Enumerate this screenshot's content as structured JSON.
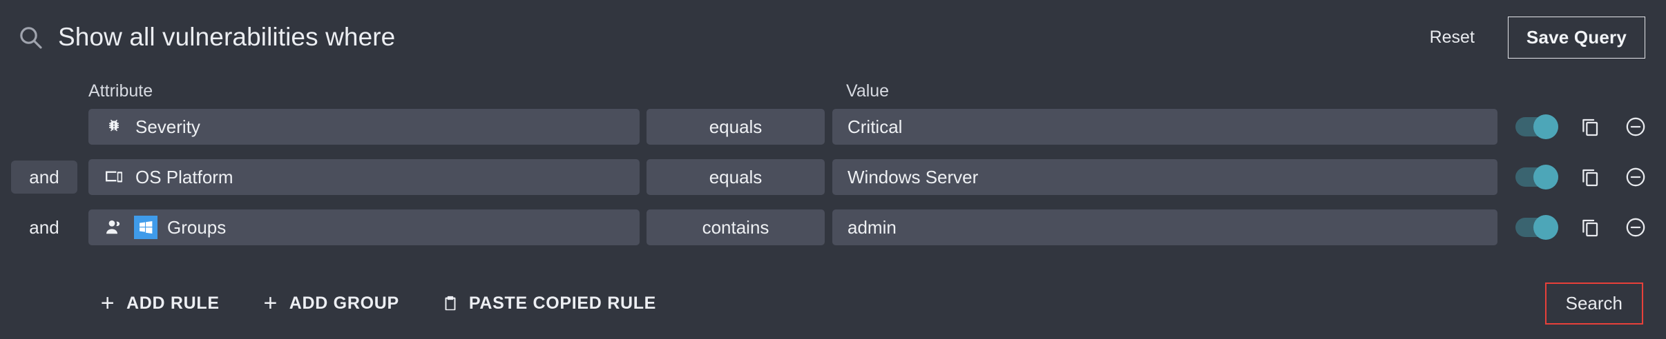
{
  "header": {
    "search_icon": "search-icon",
    "title": "Show all vulnerabilities where",
    "reset_label": "Reset",
    "save_query_label": "Save Query"
  },
  "columns": {
    "attribute_label": "Attribute",
    "value_label": "Value"
  },
  "rules": [
    {
      "connector": "",
      "connector_style": "none",
      "attribute": "Severity",
      "attribute_icon": "bug-icon",
      "platform_badge": "",
      "operator": "equals",
      "value": "Critical",
      "enabled": true
    },
    {
      "connector": "and",
      "connector_style": "boxed",
      "attribute": "OS Platform",
      "attribute_icon": "devices-icon",
      "platform_badge": "",
      "operator": "equals",
      "value": "Windows Server",
      "enabled": true
    },
    {
      "connector": "and",
      "connector_style": "plain",
      "attribute": "Groups",
      "attribute_icon": "people-icon",
      "platform_badge": "windows-logo-icon",
      "operator": "contains",
      "value": "admin",
      "enabled": true
    }
  ],
  "row_actions": {
    "toggle_name": "rule-enabled-toggle",
    "copy_name": "copy-rule-icon",
    "remove_name": "remove-rule-icon"
  },
  "footer": {
    "add_rule_label": "ADD RULE",
    "add_group_label": "ADD GROUP",
    "paste_copied_rule_label": "PASTE COPIED RULE",
    "search_label": "Search"
  },
  "colors": {
    "background": "#32363f",
    "field": "#4b4f5c",
    "connector_chip": "#474b57",
    "toggle_track": "#3a6470",
    "toggle_knob": "#4da6b8",
    "windows_blue": "#3f9bea",
    "search_border": "#e8403a",
    "text": "#eceef2"
  }
}
